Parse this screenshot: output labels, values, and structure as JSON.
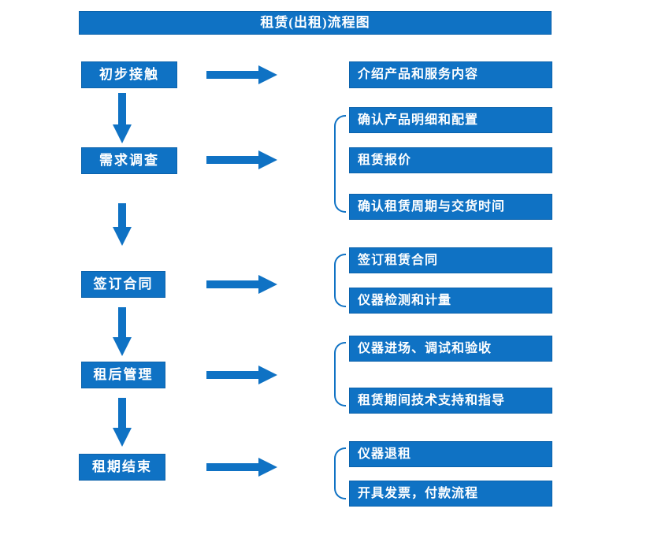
{
  "title": "租赁(出租)流程图",
  "colors": {
    "primary": "#0f72c4",
    "box_border": "#0b62ab",
    "text": "#ffffff",
    "background": "#ffffff"
  },
  "stages": [
    {
      "label": "初步接触",
      "details": [
        "介绍产品和服务内容"
      ]
    },
    {
      "label": "需求调查",
      "details": [
        "确认产品明细和配置",
        "租赁报价",
        "确认租赁周期与交货时间"
      ]
    },
    {
      "label": "签订合同",
      "details": [
        "签订租赁合同",
        "仪器检测和计量"
      ]
    },
    {
      "label": "租后管理",
      "details": [
        "仪器进场、调试和验收",
        "租赁期间技术支持和指导"
      ]
    },
    {
      "label": "租期结束",
      "details": [
        "仪器退租",
        "开具发票，付款流程"
      ]
    }
  ]
}
